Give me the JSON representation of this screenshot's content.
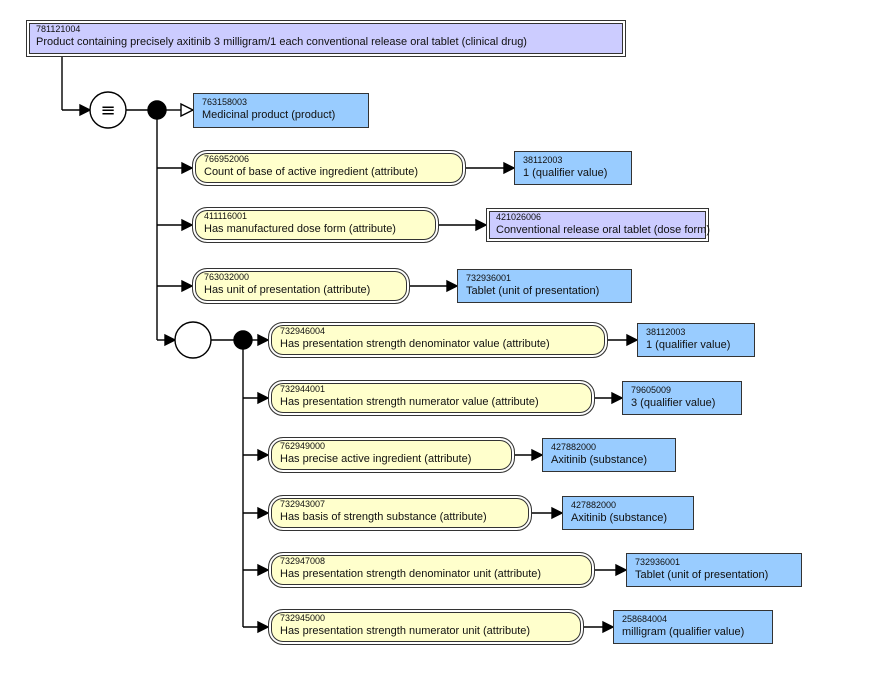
{
  "concept": {
    "id": "781121004",
    "term": "Product containing precisely axitinib 3 milligram/1 each conventional release oral tablet (clinical drug)"
  },
  "definition_symbol": "≡",
  "parent": {
    "id": "763158003",
    "term": "Medicinal product (product)"
  },
  "attributes": [
    {
      "attr_id": "766952006",
      "attr_term": "Count of base of active ingredient (attribute)",
      "value_id": "38112003",
      "value_term": "1 (qualifier value)",
      "value_type": "primitive"
    },
    {
      "attr_id": "411116001",
      "attr_term": "Has manufactured dose form (attribute)",
      "value_id": "421026006",
      "value_term": "Conventional release oral tablet (dose form)",
      "value_type": "defined"
    },
    {
      "attr_id": "763032000",
      "attr_term": "Has unit of presentation (attribute)",
      "value_id": "732936001",
      "value_term": "Tablet (unit of presentation)",
      "value_type": "primitive"
    }
  ],
  "group": [
    {
      "attr_id": "732946004",
      "attr_term": "Has presentation strength denominator value (attribute)",
      "value_id": "38112003",
      "value_term": "1 (qualifier value)",
      "value_type": "primitive"
    },
    {
      "attr_id": "732944001",
      "attr_term": "Has presentation strength numerator value (attribute)",
      "value_id": "79605009",
      "value_term": "3 (qualifier value)",
      "value_type": "primitive"
    },
    {
      "attr_id": "762949000",
      "attr_term": "Has precise active ingredient (attribute)",
      "value_id": "427882000",
      "value_term": "Axitinib (substance)",
      "value_type": "primitive"
    },
    {
      "attr_id": "732943007",
      "attr_term": "Has basis of strength substance (attribute)",
      "value_id": "427882000",
      "value_term": "Axitinib (substance)",
      "value_type": "primitive"
    },
    {
      "attr_id": "732947008",
      "attr_term": "Has presentation strength denominator unit (attribute)",
      "value_id": "732936001",
      "value_term": "Tablet (unit of presentation)",
      "value_type": "primitive"
    },
    {
      "attr_id": "732945000",
      "attr_term": "Has presentation strength numerator unit (attribute)",
      "value_id": "258684004",
      "value_term": "milligram (qualifier value)",
      "value_type": "primitive"
    }
  ]
}
